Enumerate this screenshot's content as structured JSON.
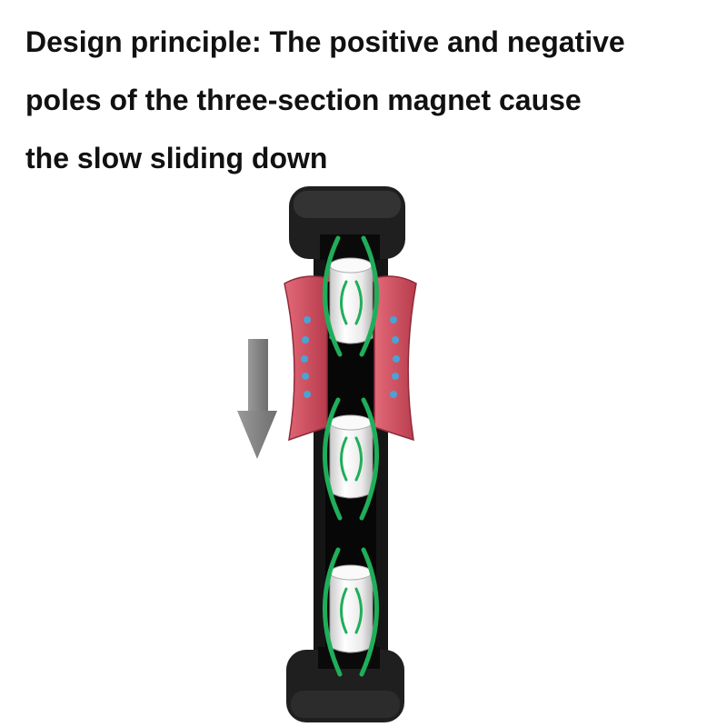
{
  "caption": {
    "line1": "Design principle: The positive and negative",
    "line2": "poles of the three-section magnet cause",
    "line3": "the slow sliding down"
  },
  "colors": {
    "frame": "#1e1e1e",
    "frame_inner": "#0d0d0d",
    "slider": "#d9505e",
    "slider_dark": "#b23a4a",
    "slider_dot": "#4aa3d6",
    "magnet": "#f2f2f2",
    "magnet_shade": "#c8c8c8",
    "field_line": "#1fae5a",
    "arrow": "#8a8a8a"
  },
  "icons": {
    "direction": "down-arrow-icon",
    "magnet": "cylinder-magnet-icon",
    "field": "magnetic-field-lines-icon"
  }
}
